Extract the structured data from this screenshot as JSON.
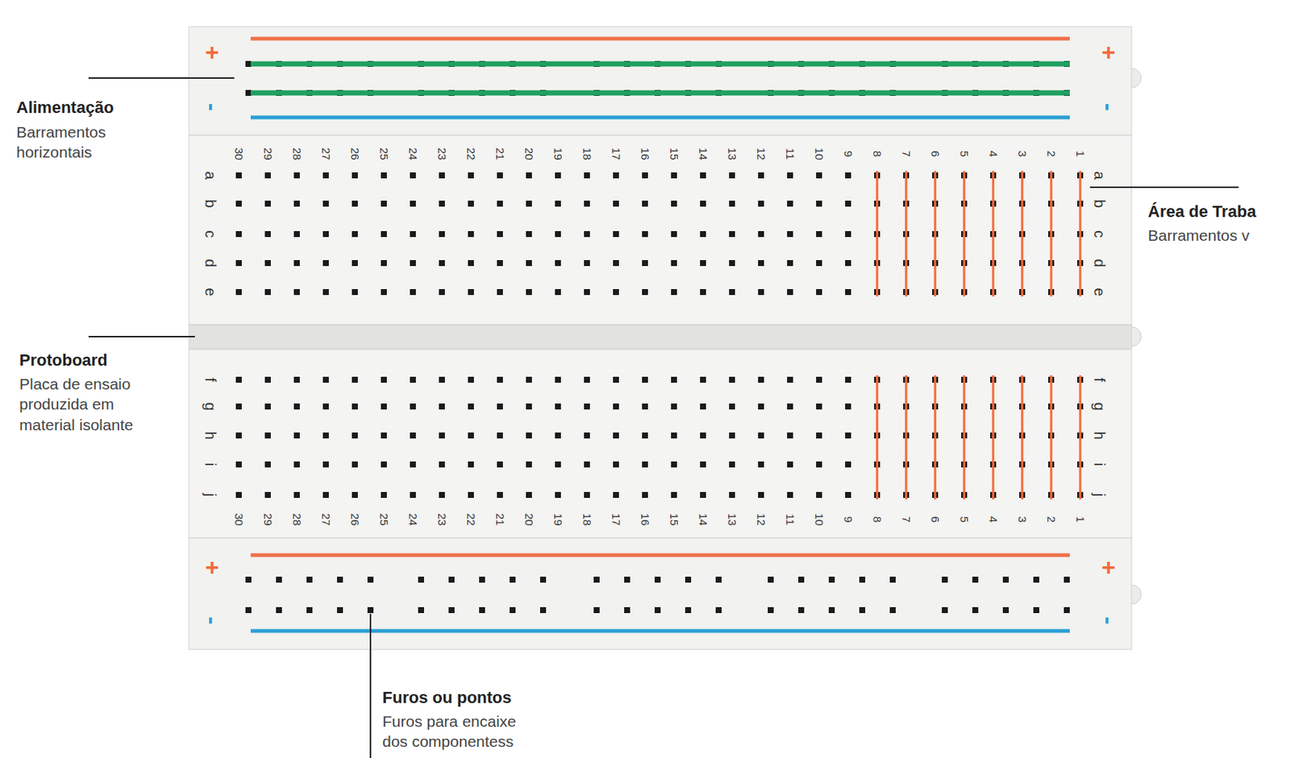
{
  "diagram": {
    "labels": [
      "Alimentação",
      "Barramentos horizontais",
      "Protoboard",
      "Placa de ensaio produzida em material isolante",
      "Área de Traba",
      "Barramentos v",
      "Furos ou pontos",
      "Furos para encaixe dos componentess",
      "+",
      "+",
      "-",
      "-",
      "+",
      "+",
      "-",
      "-",
      "30",
      "29",
      "28",
      "27",
      "26",
      "25",
      "24",
      "23",
      "22",
      "21",
      "20",
      "19",
      "18",
      "17",
      "16",
      "15",
      "14",
      "13",
      "12",
      "11",
      "10",
      "9",
      "8",
      "7",
      "6",
      "5",
      "4",
      "3",
      "2",
      "1",
      "a",
      "b",
      "c",
      "d",
      "e",
      "a",
      "b",
      "c",
      "d",
      "e",
      "f",
      "g",
      "h",
      "i",
      "j",
      "f",
      "g",
      "h",
      "i",
      "j",
      "30",
      "29",
      "28",
      "27",
      "26",
      "25",
      "24",
      "23",
      "22",
      "21",
      "20",
      "19",
      "18",
      "17",
      "16",
      "15",
      "14",
      "13",
      "12",
      "11",
      "10",
      "9",
      "8",
      "7",
      "6",
      "5",
      "4",
      "3",
      "2",
      "1"
    ]
  }
}
